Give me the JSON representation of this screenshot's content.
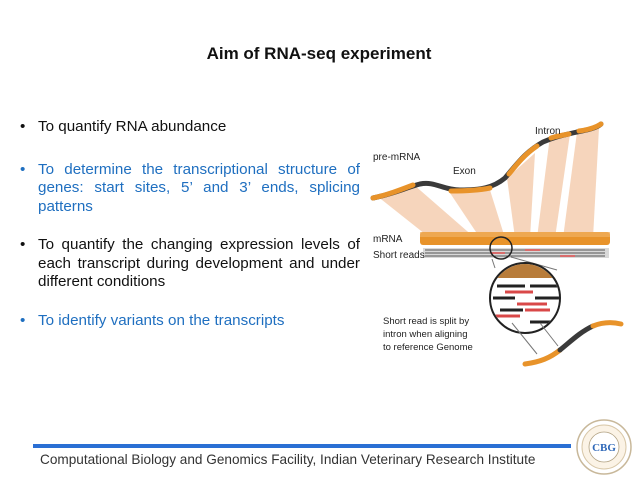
{
  "slide": {
    "title": "Aim of RNA-seq experiment",
    "bullets": [
      {
        "text": "To quantify RNA abundance",
        "color": "#111111"
      },
      {
        "text": "To determine the transcriptional structure of genes: start sites, 5’ and 3’ ends, splicing patterns",
        "color": "#1f6fc0"
      },
      {
        "text": "To quantify the changing expression levels of each transcript during development and under different conditions",
        "color": "#111111"
      },
      {
        "text": "To identify variants on the transcripts",
        "color": "#1f6fc0"
      }
    ]
  },
  "diagram": {
    "labels": {
      "intron": "Intron",
      "pre_mrna": "pre-mRNA",
      "exon": "Exon",
      "mrna": "mRNA",
      "short_reads": "Short reads",
      "note_line1": "Short read is split by",
      "note_line2": "intron when aligning",
      "note_line3": "to reference Genome"
    },
    "colors": {
      "exon": "#e8932a",
      "intron": "#3a3a3a",
      "read_red": "#d94848",
      "fan": "#f3c8a6"
    }
  },
  "footer": {
    "text": "Computational Biology and Genomics Facility, Indian Veterinary Research Institute",
    "bar_color": "#2a6fd4"
  },
  "logo": {
    "text": "CBG",
    "icon": "institute-seal-icon"
  }
}
